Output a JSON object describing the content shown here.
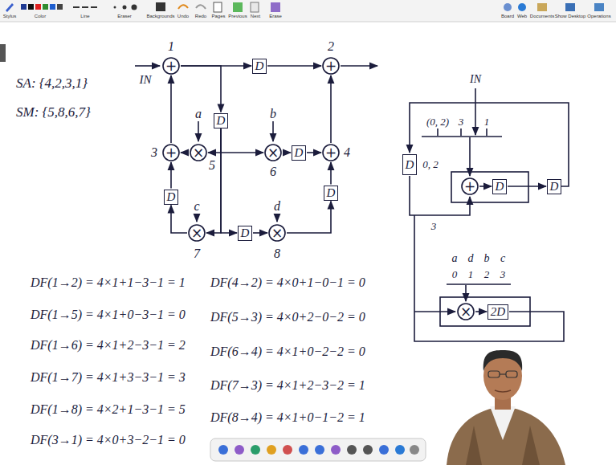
{
  "diagram": {
    "nodes": [
      {
        "text": [
          "+",
          "1"
        ]
      },
      {
        "text": [
          "D"
        ]
      },
      {
        "text": [
          "+",
          "2"
        ]
      },
      {
        "text": [
          "D"
        ]
      },
      {
        "text": [
          "+",
          "3"
        ]
      },
      {
        "text": [
          "×",
          "5"
        ]
      },
      {
        "text": [
          "×",
          "6"
        ]
      },
      {
        "text": [
          "D"
        ]
      },
      {
        "text": [
          "+",
          "4"
        ]
      },
      {
        "text": [
          "D"
        ]
      },
      {
        "text": [
          "D"
        ]
      },
      {
        "text": [
          "×",
          "7"
        ]
      },
      {
        "text": [
          "D"
        ]
      },
      {
        "text": [
          "×",
          "8"
        ]
      },
      {
        "text": [
          "D"
        ]
      },
      {
        "text": [
          "+"
        ]
      },
      {
        "text": [
          "D"
        ]
      },
      {
        "text": [
          "D"
        ]
      },
      {
        "text": [
          "×"
        ]
      },
      {
        "text": [
          "2D"
        ]
      }
    ],
    "edges": [
      {
        "from": 0,
        "to": 1,
        "arrow": "to"
      },
      {
        "from": 1,
        "to": 2,
        "arrow": "to"
      },
      {
        "from": 0,
        "to": 3,
        "arrow": "to"
      },
      {
        "from": 3,
        "to": 5,
        "arrow": "to"
      },
      {
        "from": 3,
        "to": 6,
        "arrow": "to"
      },
      {
        "from": 3,
        "to": 11,
        "arrow": "to"
      },
      {
        "from": 3,
        "to": 12,
        "arrow": "to"
      },
      {
        "from": 12,
        "to": 13,
        "arrow": "to"
      },
      {
        "from": 5,
        "to": 4,
        "arrow": "to"
      },
      {
        "from": 4,
        "to": 0,
        "arrow": "to"
      },
      {
        "from": 6,
        "to": 7,
        "arrow": "to"
      },
      {
        "from": 7,
        "to": 8,
        "arrow": "to"
      },
      {
        "from": 8,
        "to": 2,
        "arrow": "to"
      },
      {
        "from": 11,
        "to": 9,
        "arrow": "to"
      },
      {
        "from": 9,
        "to": 4,
        "arrow": "to"
      },
      {
        "from": 13,
        "to": 10,
        "arrow": "to"
      },
      {
        "from": 10,
        "to": 8,
        "arrow": "to"
      },
      {
        "from": 15,
        "to": 16,
        "arrow": "to"
      },
      {
        "from": 16,
        "to": 17,
        "arrow": "to"
      },
      {
        "from": 18,
        "to": 19,
        "arrow": "to"
      }
    ],
    "labels": [
      "Stylus",
      "Color",
      "Line",
      "Eraser",
      "Backgrounds",
      "Undo",
      "Redo",
      "Pages",
      "Previous",
      "Next",
      "Erase",
      "Board",
      "Web",
      "Documents",
      "Show Desktop",
      "Operations",
      "SA: {4,2,3,1}",
      "SM: {5,8,6,7}",
      "IN",
      "a",
      "b",
      "c",
      "d",
      "DF(1→2) = 4×1+1−3−1 = 1",
      "DF(1→5) = 4×1+0−3−1 = 0",
      "DF(1→6) = 4×1+2−3−1 = 2",
      "DF(1→7) = 4×1+3−3−1 = 3",
      "DF(1→8) = 4×2+1−3−1 = 5",
      "DF(3→1) = 4×0+3−2−1 = 0",
      "DF(4→2) = 4×0+1−0−1 = 0",
      "DF(5→3) = 4×0+2−0−2 = 0",
      "DF(6→4) = 4×1+0−2−2 = 0",
      "DF(7→3) = 4×1+2−3−2 = 1",
      "DF(8→4) = 4×1+0−1−2 = 1",
      "IN",
      "(0, 2)",
      "3",
      "1",
      "0, 2",
      "3",
      "a",
      "d",
      "b",
      "c",
      "0",
      "1",
      "2",
      "3"
    ]
  }
}
